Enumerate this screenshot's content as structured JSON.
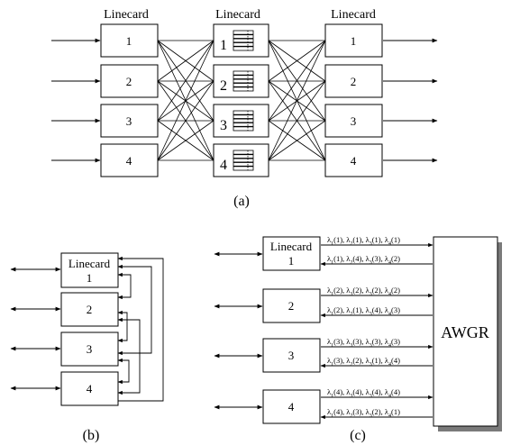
{
  "diagram_a": {
    "caption": "(a)",
    "left_title": "Linecard",
    "middle_title": "Linecard",
    "right_title": "Linecard",
    "left_cards": [
      "1",
      "2",
      "3",
      "4"
    ],
    "middle_cards": [
      "1",
      "2",
      "3",
      "4"
    ],
    "right_cards": [
      "1",
      "2",
      "3",
      "4"
    ]
  },
  "diagram_b": {
    "caption": "(b)",
    "first_card_title": "Linecard",
    "cards": [
      "1",
      "2",
      "3",
      "4"
    ]
  },
  "diagram_c": {
    "caption": "(c)",
    "first_card_title": "Linecard",
    "cards": [
      "1",
      "2",
      "3",
      "4"
    ],
    "awgr_label": "AWGR",
    "channels": [
      {
        "out": [
          [
            "1",
            "1"
          ],
          [
            "2",
            "1"
          ],
          [
            "3",
            "1"
          ],
          [
            "4",
            "1"
          ]
        ],
        "in": [
          [
            "1",
            "1"
          ],
          [
            "2",
            "4"
          ],
          [
            "3",
            "3"
          ],
          [
            "4",
            "2"
          ]
        ]
      },
      {
        "out": [
          [
            "1",
            "2"
          ],
          [
            "3",
            "2"
          ],
          [
            "3",
            "2"
          ],
          [
            "4",
            "2"
          ]
        ],
        "in": [
          [
            "1",
            "2"
          ],
          [
            "2",
            "1"
          ],
          [
            "3",
            "4"
          ],
          [
            "4",
            "3"
          ]
        ]
      },
      {
        "out": [
          [
            "1",
            "3"
          ],
          [
            "3",
            "3"
          ],
          [
            "3",
            "3"
          ],
          [
            "4",
            "3"
          ]
        ],
        "in": [
          [
            "1",
            "3"
          ],
          [
            "2",
            "2"
          ],
          [
            "3",
            "1"
          ],
          [
            "4",
            "4"
          ]
        ]
      },
      {
        "out": [
          [
            "1",
            "4"
          ],
          [
            "3",
            "4"
          ],
          [
            "3",
            "4"
          ],
          [
            "4",
            "4"
          ]
        ],
        "in": [
          [
            "1",
            "4"
          ],
          [
            "2",
            "3"
          ],
          [
            "3",
            "2"
          ],
          [
            "4",
            "1"
          ]
        ]
      }
    ]
  }
}
